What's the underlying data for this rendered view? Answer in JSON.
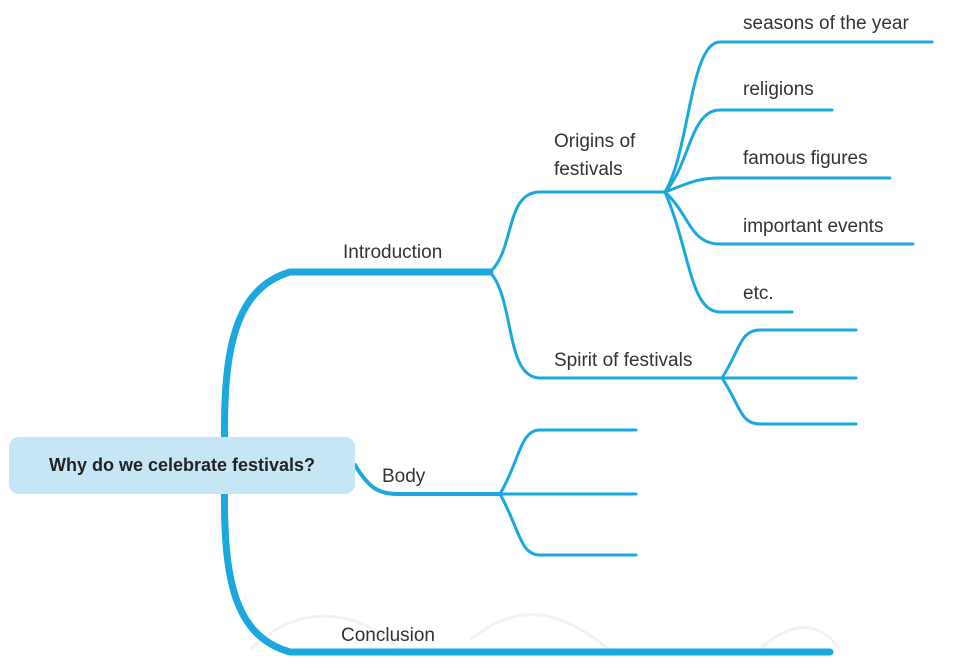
{
  "central_topic": "Why do we celebrate festivals?",
  "branches": {
    "introduction": {
      "label": "Introduction",
      "subtopics": {
        "origins": {
          "label_line1": "Origins of",
          "label_line2": "festivals",
          "items": [
            "seasons of the year",
            "religions",
            "famous figures",
            "important events",
            "etc."
          ]
        },
        "spirit": {
          "label": "Spirit of festivals",
          "items": [
            "",
            "",
            ""
          ]
        }
      }
    },
    "body": {
      "label": "Body",
      "items": [
        "",
        "",
        ""
      ]
    },
    "conclusion": {
      "label": "Conclusion"
    }
  },
  "colors": {
    "branch_line": "#1aa8de",
    "root_fill": "#c7e6f5",
    "text": "#333333"
  }
}
